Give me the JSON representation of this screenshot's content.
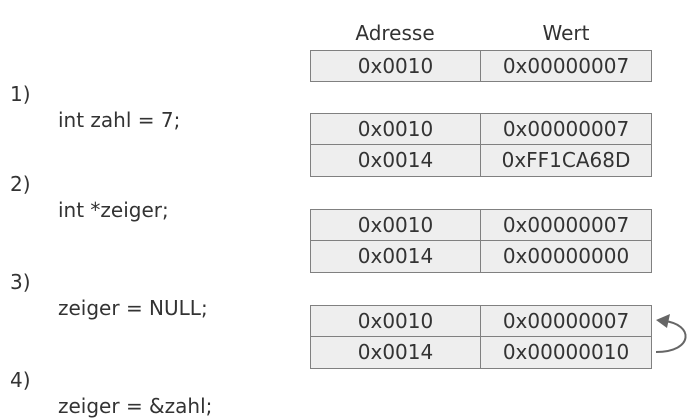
{
  "headers": {
    "address": "Adresse",
    "value": "Wert"
  },
  "steps": [
    {
      "number": "1)",
      "code": "int zahl = 7;",
      "memory": [
        {
          "address": "0x0010",
          "value": "0x00000007"
        }
      ]
    },
    {
      "number": "2)",
      "code": "int *zeiger;",
      "memory": [
        {
          "address": "0x0010",
          "value": "0x00000007"
        },
        {
          "address": "0x0014",
          "value": "0xFF1CA68D"
        }
      ]
    },
    {
      "number": "3)",
      "code": "zeiger = NULL;",
      "memory": [
        {
          "address": "0x0010",
          "value": "0x00000007"
        },
        {
          "address": "0x0014",
          "value": "0x00000000"
        }
      ]
    },
    {
      "number": "4)",
      "code": "zeiger = &zahl;",
      "memory": [
        {
          "address": "0x0010",
          "value": "0x00000007"
        },
        {
          "address": "0x0014",
          "value": "0x00000010"
        }
      ]
    }
  ],
  "colors": {
    "cell_fill": "#eeeeee",
    "cell_border": "#808080",
    "text": "#333333",
    "arrow": "#666666"
  }
}
